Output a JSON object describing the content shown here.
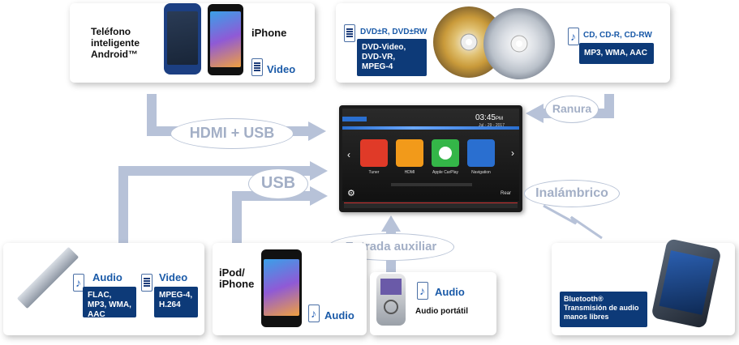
{
  "top_left": {
    "android_label": "Teléfono inteligente Android™",
    "iphone_label": "iPhone",
    "video_label": "Video",
    "file_icon": "film-icon"
  },
  "top_right": {
    "dvd_formats": "DVD±R, DVD±RW",
    "dvd_codecs": "DVD-Video, DVD-VR, MPEG-4",
    "cd_formats": "CD, CD-R, CD-RW",
    "cd_codecs": "MP3, WMA, AAC"
  },
  "connections": {
    "hdmi_usb": "HDMI + USB",
    "usb": "USB",
    "slot": "Ranura",
    "wireless": "Inalámbrico",
    "aux": "Entrada auxiliar"
  },
  "head_unit": {
    "time": "03:45",
    "ampm": "PM",
    "date": "Jul - 29 - 2017",
    "apps": [
      "Tuner",
      "HDMI",
      "Apple CarPlay",
      "Navigation"
    ],
    "rear_label": "Rear"
  },
  "usb_stick": {
    "audio_label": "Audio",
    "audio_formats": "FLAC, MP3, WMA, AAC",
    "video_label": "Video",
    "video_formats": "MPEG-4, H.264"
  },
  "ipod": {
    "label": "iPod/ iPhone",
    "audio_label": "Audio"
  },
  "portable": {
    "audio_label": "Audio",
    "caption": "Audio portátil"
  },
  "bluetooth": {
    "line1": "Bluetooth®",
    "line2": "Transmisión de audio manos libres"
  },
  "colors": {
    "accent_blue": "#1a5aa8",
    "badge_blue": "#0d3a78",
    "arrow_gray": "#b7c2d8"
  }
}
